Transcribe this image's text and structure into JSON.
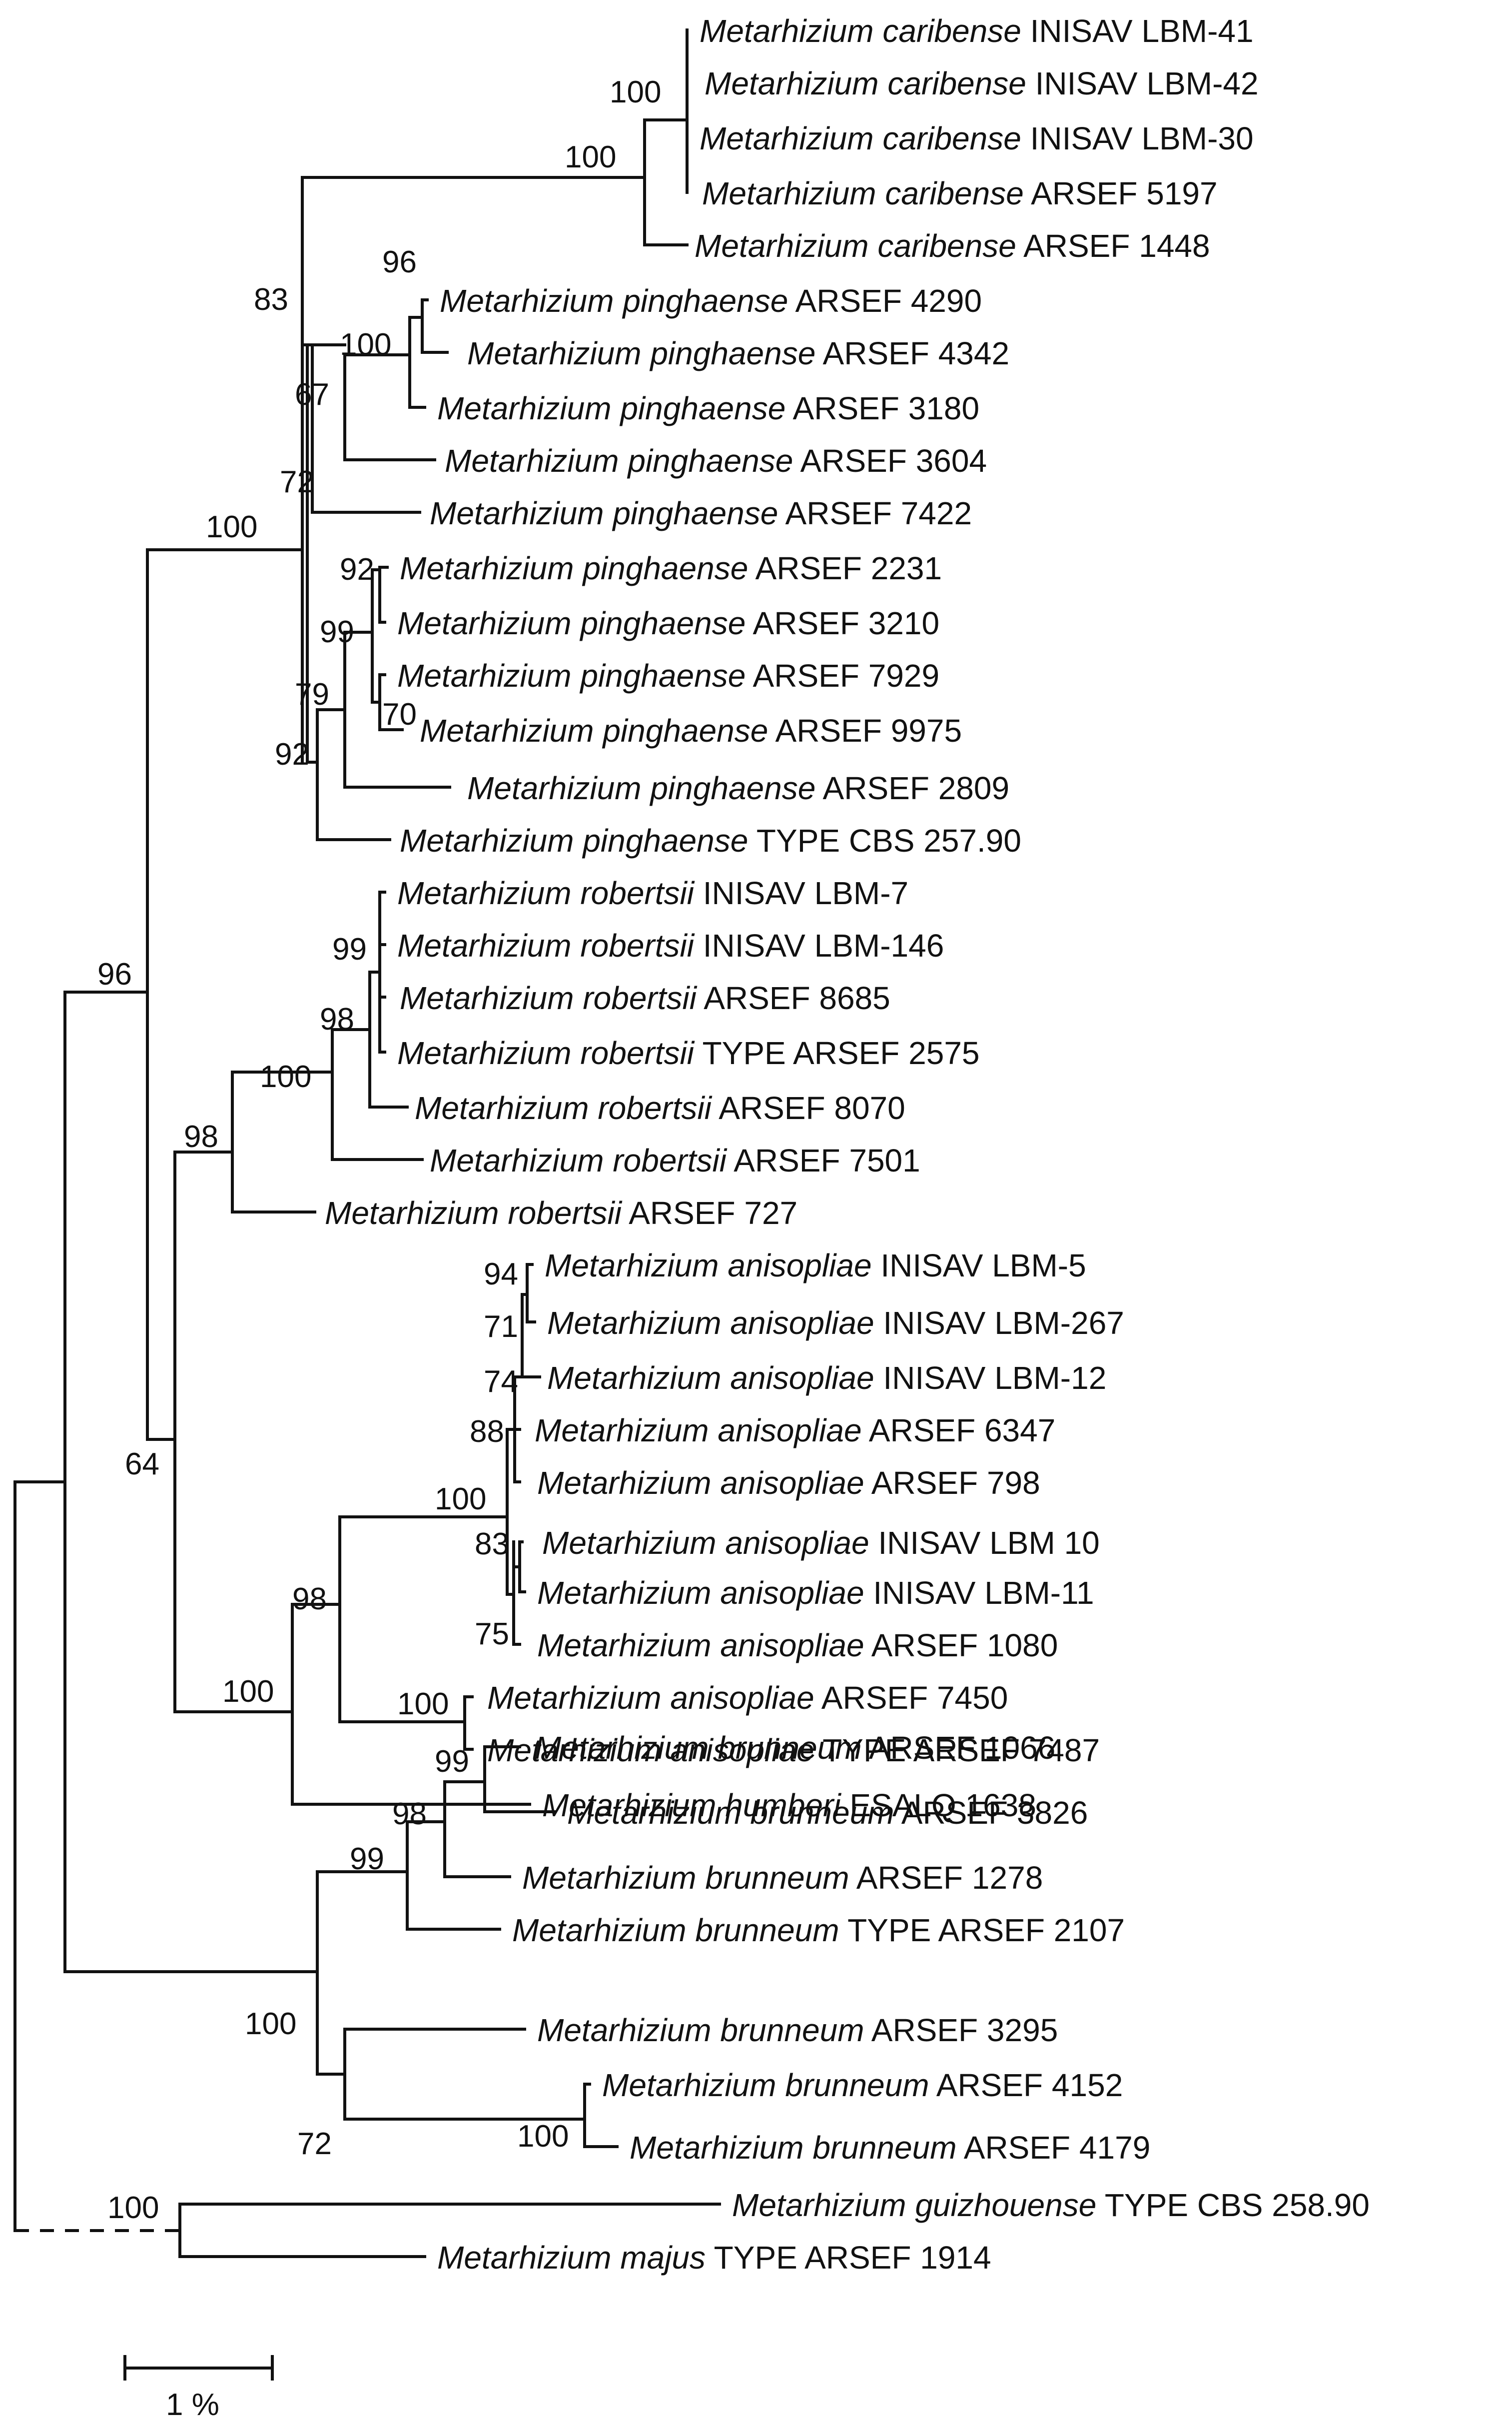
{
  "figure": {
    "taxa": [
      {
        "id": "t1",
        "genus_species": "Metarhizium caribense",
        "strain": "INISAV LBM-41"
      },
      {
        "id": "t2",
        "genus_species": "Metarhizium caribense",
        "strain": "INISAV LBM-42"
      },
      {
        "id": "t3",
        "genus_species": "Metarhizium caribense",
        "strain": "INISAV LBM-30"
      },
      {
        "id": "t4",
        "genus_species": "Metarhizium caribense",
        "strain": "ARSEF 5197"
      },
      {
        "id": "t5",
        "genus_species": "Metarhizium caribense",
        "strain": "ARSEF 1448"
      },
      {
        "id": "t6",
        "genus_species": "Metarhizium pinghaense",
        "strain": "ARSEF 4290"
      },
      {
        "id": "t7",
        "genus_species": "Metarhizium pinghaense",
        "strain": "ARSEF 4342"
      },
      {
        "id": "t8",
        "genus_species": "Metarhizium pinghaense",
        "strain": "ARSEF 3180"
      },
      {
        "id": "t9",
        "genus_species": "Metarhizium pinghaense",
        "strain": "ARSEF 3604"
      },
      {
        "id": "t10",
        "genus_species": "Metarhizium pinghaense",
        "strain": "ARSEF 7422"
      },
      {
        "id": "t11",
        "genus_species": "Metarhizium pinghaense",
        "strain": "ARSEF 2231"
      },
      {
        "id": "t12",
        "genus_species": "Metarhizium pinghaense",
        "strain": "ARSEF 3210"
      },
      {
        "id": "t13",
        "genus_species": "Metarhizium pinghaense",
        "strain": "ARSEF 7929"
      },
      {
        "id": "t14",
        "genus_species": "Metarhizium pinghaense",
        "strain": "ARSEF 9975"
      },
      {
        "id": "t15",
        "genus_species": "Metarhizium pinghaense",
        "strain": "ARSEF 2809"
      },
      {
        "id": "t16",
        "genus_species": "Metarhizium pinghaense",
        "strain": "TYPE CBS 257.90"
      },
      {
        "id": "t17",
        "genus_species": "Metarhizium robertsii",
        "strain": "INISAV LBM-7"
      },
      {
        "id": "t18",
        "genus_species": "Metarhizium robertsii",
        "strain": "INISAV LBM-146"
      },
      {
        "id": "t19",
        "genus_species": "Metarhizium robertsii",
        "strain": "ARSEF 8685"
      },
      {
        "id": "t20",
        "genus_species": "Metarhizium robertsii",
        "strain": "TYPE ARSEF 2575"
      },
      {
        "id": "t21",
        "genus_species": "Metarhizium robertsii",
        "strain": "ARSEF 8070"
      },
      {
        "id": "t22",
        "genus_species": "Metarhizium robertsii",
        "strain": "ARSEF 7501"
      },
      {
        "id": "t23",
        "genus_species": "Metarhizium robertsii",
        "strain": "ARSEF 727"
      },
      {
        "id": "t24",
        "genus_species": "Metarhizium anisopliae",
        "strain": "INISAV LBM-5"
      },
      {
        "id": "t25",
        "genus_species": "Metarhizium anisopliae",
        "strain": "INISAV LBM-267"
      },
      {
        "id": "t26",
        "genus_species": "Metarhizium anisopliae",
        "strain": "INISAV LBM-12"
      },
      {
        "id": "t27",
        "genus_species": "Metarhizium anisopliae",
        "strain": "ARSEF 6347"
      },
      {
        "id": "t28",
        "genus_species": "Metarhizium anisopliae",
        "strain": "ARSEF 798"
      },
      {
        "id": "t29",
        "genus_species": "Metarhizium anisopliae",
        "strain": "INISAV LBM 10"
      },
      {
        "id": "t30",
        "genus_species": "Metarhizium anisopliae",
        "strain": "INISAV LBM-11"
      },
      {
        "id": "t31",
        "genus_species": "Metarhizium anisopliae",
        "strain": "ARSEF 1080"
      },
      {
        "id": "t32",
        "genus_species": "Metarhizium anisopliae",
        "strain": "ARSEF 7450"
      },
      {
        "id": "t33",
        "genus_species": "Metarhizium anisopliae",
        "strain": "TYPE ARSEF 7487"
      },
      {
        "id": "t34",
        "genus_species": "Metarhizium humberi",
        "strain": "ESALQ 1638"
      },
      {
        "id": "t35",
        "genus_species": "Metarhizium brunneum",
        "strain": "ARSEF 1066"
      },
      {
        "id": "t36",
        "genus_species": "Metarhizium brunneum",
        "strain": "ARSEF 3826"
      },
      {
        "id": "t37",
        "genus_species": "Metarhizium brunneum",
        "strain": "ARSEF 1278"
      },
      {
        "id": "t38",
        "genus_species": "Metarhizium brunneum",
        "strain": "TYPE ARSEF 2107"
      },
      {
        "id": "t39",
        "genus_species": "Metarhizium brunneum",
        "strain": "ARSEF 3295"
      },
      {
        "id": "t40",
        "genus_species": "Metarhizium brunneum",
        "strain": "ARSEF 4152"
      },
      {
        "id": "t41",
        "genus_species": "Metarhizium brunneum",
        "strain": "ARSEF 4179"
      },
      {
        "id": "t42",
        "genus_species": "Metarhizium guizhouense",
        "strain": "TYPE CBS 258.90"
      },
      {
        "id": "t43",
        "genus_species": "Metarhizium majus",
        "strain": "TYPE ARSEF 1914"
      }
    ],
    "bootstrap": {
      "b_caribense_inner": "100",
      "b_caribense": "100",
      "b_83": "83",
      "b_96": "96",
      "b_100_ping_a": "100",
      "b_67": "67",
      "b_72_ping": "72",
      "b_100_ping_root": "100",
      "b_92_top": "92",
      "b_99_ping": "99",
      "b_79": "79",
      "b_70": "70",
      "b_92_bottom": "92",
      "b_96_main": "96",
      "b_99_rob": "99",
      "b_98_rob": "98",
      "b_100_rob": "100",
      "b_98_rob_root": "98",
      "b_94": "94",
      "b_71": "71",
      "b_74": "74",
      "b_88": "88",
      "b_100_ani": "100",
      "b_83_ani": "83",
      "b_75": "75",
      "b_64": "64",
      "b_98_ani_root": "98",
      "b_100_ani_pair": "100",
      "b_100_ani_hum": "100",
      "b_99_bru_a": "99",
      "b_98_bru": "98",
      "b_99_bru_b": "99",
      "b_100_bru": "100",
      "b_100_bru_pair": "100",
      "b_72_bru": "72",
      "b_100_outgroup": "100"
    },
    "scale_bar": {
      "label": "1 %"
    }
  }
}
